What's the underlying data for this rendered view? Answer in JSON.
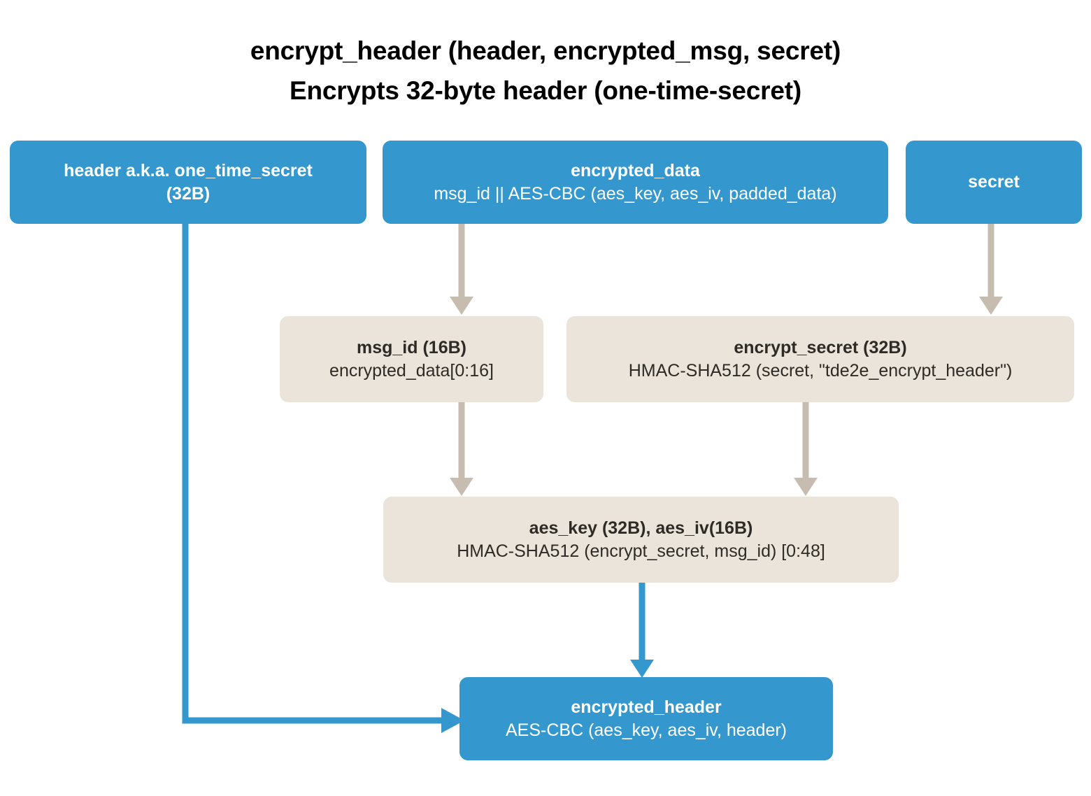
{
  "title": {
    "line1": "encrypt_header (header, encrypted_msg, secret)",
    "line2": "Encrypts 32-byte header (one-time-secret)"
  },
  "colors": {
    "blue": "#3498ce",
    "beige": "#eae4da",
    "beige_text": "#2e2b26",
    "gray_arrow": "#c6bdb0",
    "background": "#ffffff",
    "title_text": "#000000"
  },
  "nodes": {
    "header": {
      "title": "header a.k.a. one_time_secret",
      "subtitle": "(32B)",
      "style": "blue"
    },
    "encrypted_data": {
      "title": "encrypted_data",
      "subtitle": "msg_id || AES-CBC (aes_key, aes_iv, padded_data)",
      "style": "blue"
    },
    "secret": {
      "title": "secret",
      "subtitle": "",
      "style": "blue"
    },
    "msg_id": {
      "title": "msg_id (16B)",
      "subtitle": "encrypted_data[0:16]",
      "style": "beige"
    },
    "encrypt_secret": {
      "title": "encrypt_secret (32B)",
      "subtitle": "HMAC-SHA512 (secret, \"tde2e_encrypt_header\")",
      "style": "beige"
    },
    "aes_key_iv": {
      "title": "aes_key (32B), aes_iv(16B)",
      "subtitle": "HMAC-SHA512 (encrypt_secret, msg_id) [0:48]",
      "style": "beige"
    },
    "encrypted_header": {
      "title": "encrypted_header",
      "subtitle": "AES-CBC (aes_key, aes_iv, header)",
      "style": "blue"
    }
  },
  "edges": [
    {
      "name": "encrypted-data-to-msg-id",
      "from": "encrypted_data",
      "to": "msg_id",
      "color": "gray",
      "shape": "straight-down"
    },
    {
      "name": "secret-to-encrypt-secret",
      "from": "secret",
      "to": "encrypt_secret",
      "color": "gray",
      "shape": "straight-down"
    },
    {
      "name": "msg-id-to-aes-key",
      "from": "msg_id",
      "to": "aes_key_iv",
      "color": "gray",
      "shape": "straight-down"
    },
    {
      "name": "encrypt-secret-to-aes-key",
      "from": "encrypt_secret",
      "to": "aes_key_iv",
      "color": "gray",
      "shape": "straight-down"
    },
    {
      "name": "aes-key-to-encrypted-header",
      "from": "aes_key_iv",
      "to": "encrypted_header",
      "color": "blue",
      "shape": "straight-down"
    },
    {
      "name": "header-to-encrypted-header",
      "from": "header",
      "to": "encrypted_header",
      "color": "blue",
      "shape": "elbow-down-right"
    }
  ]
}
